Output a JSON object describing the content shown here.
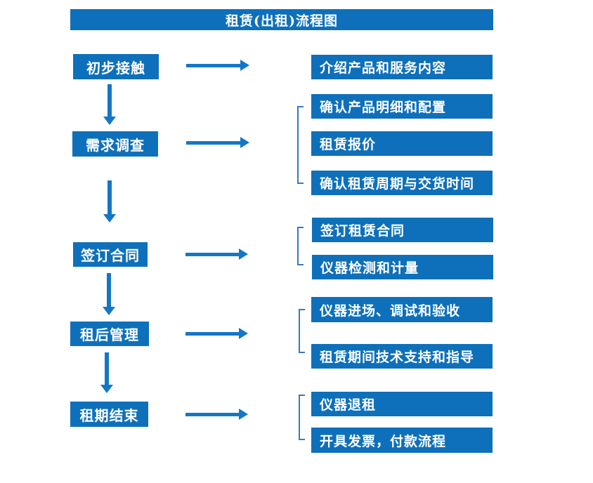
{
  "title": "租赁(出租)流程图",
  "colors": {
    "primary": "#0e70ba",
    "arrow": "#1477c6",
    "bracket": "#3d79b8"
  },
  "steps": [
    {
      "label": "初步接触",
      "outputs": [
        "介绍产品和服务内容"
      ]
    },
    {
      "label": "需求调查",
      "outputs": [
        "确认产品明细和配置",
        "租赁报价",
        "确认租赁周期与交货时间"
      ]
    },
    {
      "label": "签订合同",
      "outputs": [
        "签订租赁合同",
        "仪器检测和计量"
      ]
    },
    {
      "label": "租后管理",
      "outputs": [
        "仪器进场、调试和验收",
        "租赁期间技术支持和指导"
      ]
    },
    {
      "label": "租期结束",
      "outputs": [
        "仪器退租",
        "开具发票，付款流程"
      ]
    }
  ]
}
